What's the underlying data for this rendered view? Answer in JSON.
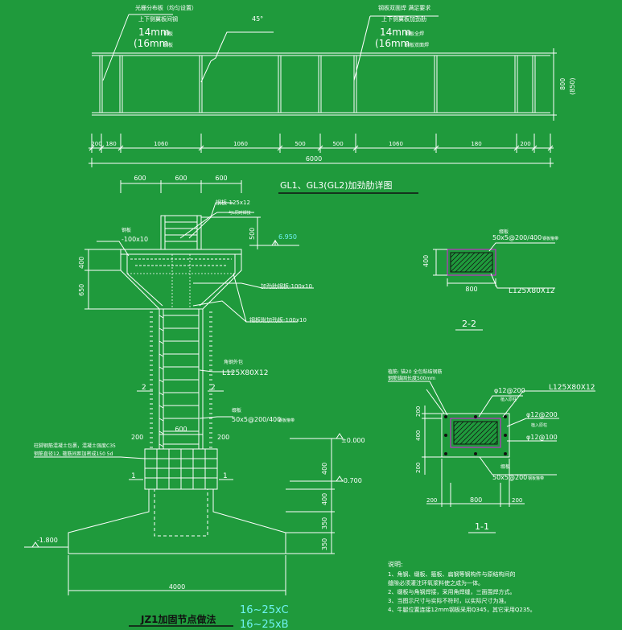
{
  "colors": {
    "background": "#1f9a3c",
    "line": "#ffffff",
    "dark": "#111111",
    "magenta": "#e21ce2",
    "cyan": "#6ff2f2"
  },
  "beam": {
    "note_left": [
      "光栅分布板（均匀设置）",
      "上下侧翼板间钢",
      "14mm",
      "钢板",
      "(16mm",
      "钢板"
    ],
    "note_right": [
      "钢板双面焊 满足要求",
      "上下侧翼板加劲肋",
      "14mm",
      "钢板全焊",
      "(16mm",
      "钢板双面焊"
    ],
    "angle": "45°",
    "height_dim": "800",
    "height_dim_alt": "(850)",
    "dims": [
      "200",
      "180",
      "1060",
      "1060",
      "500",
      "500",
      "1060",
      "180",
      "200"
    ],
    "total": "6000",
    "title": "GL1、GL3(GL2)加劲肋详图"
  },
  "column": {
    "top_dims": [
      "600",
      "600",
      "600"
    ],
    "labels": {
      "plate_125": "钢板-125x12",
      "plate_125_sub": "与L同时焊接",
      "steel_plate": "钢板",
      "plate_100x10": "-100x10",
      "elev_6950": "6.950",
      "stiff_1": "加劲肋钢板-100x10",
      "stiff_2": "钢板附加劲板-100x10",
      "angle": "角钢外包",
      "angle_size": "L125X80X12",
      "batten": "缀板",
      "batten_size": "50x5@200/400",
      "batten_sub": "钢板箍带"
    },
    "left_dims": [
      "400",
      "650"
    ],
    "dim_500": "500",
    "section_mark": "2",
    "width_600": "600",
    "side_200_l": "200",
    "side_200_r": "200",
    "note_base": [
      "柱脚钢筋混凝土包裹，混凝土强度C35",
      "钢筋直径12, 箍筋间距加密成150 5d"
    ],
    "right_dims": [
      "400",
      "400",
      "350",
      "350"
    ],
    "elev_000": "±0.000",
    "elev_700": "-0.700",
    "elev_1800": "-1.800",
    "cut_mark": "1",
    "base_width": "4000"
  },
  "sec22": {
    "label1": "缀板",
    "label2": "50x5@200/400",
    "label2_sub": "钢板箍带",
    "height": "400",
    "width": "800",
    "angle": "L125X80X12",
    "title": "2-2"
  },
  "sec11": {
    "note": [
      "植筋: 锚20 全包粘结钢筋",
      "钢筋锚固长度500mm"
    ],
    "r1": "φ12@200",
    "r1_sub": "植入原柱",
    "angle": "L125X80X12",
    "r2": "φ12@200",
    "r2_sub": "植入原柱",
    "r3": "φ12@100",
    "batten": "缀板",
    "batten_size": "50x5@200",
    "batten_sub": "钢板箍带",
    "left_dims": [
      "200",
      "400",
      "200"
    ],
    "bottom_dims": [
      "200",
      "800",
      "200"
    ],
    "title": "1-1"
  },
  "notes": {
    "heading": "说明:",
    "items": [
      "1、角钢、缀板、箍板、扁钢等钢构件与原结构间的",
      "缝隙必须灌注环氧浆料使之成为一体。",
      "2、缀板与角钢焊接，采用角焊缝，三面围焊方式。",
      "3、当图示尺寸与实际不符时，以实际尺寸为准。",
      "4、牛腿位置连接12mm钢板采用Q345，其它采用Q235。"
    ]
  },
  "title_main": "JZ1加固节点做法",
  "code1": "16~25xC",
  "code2": "16~25xB"
}
